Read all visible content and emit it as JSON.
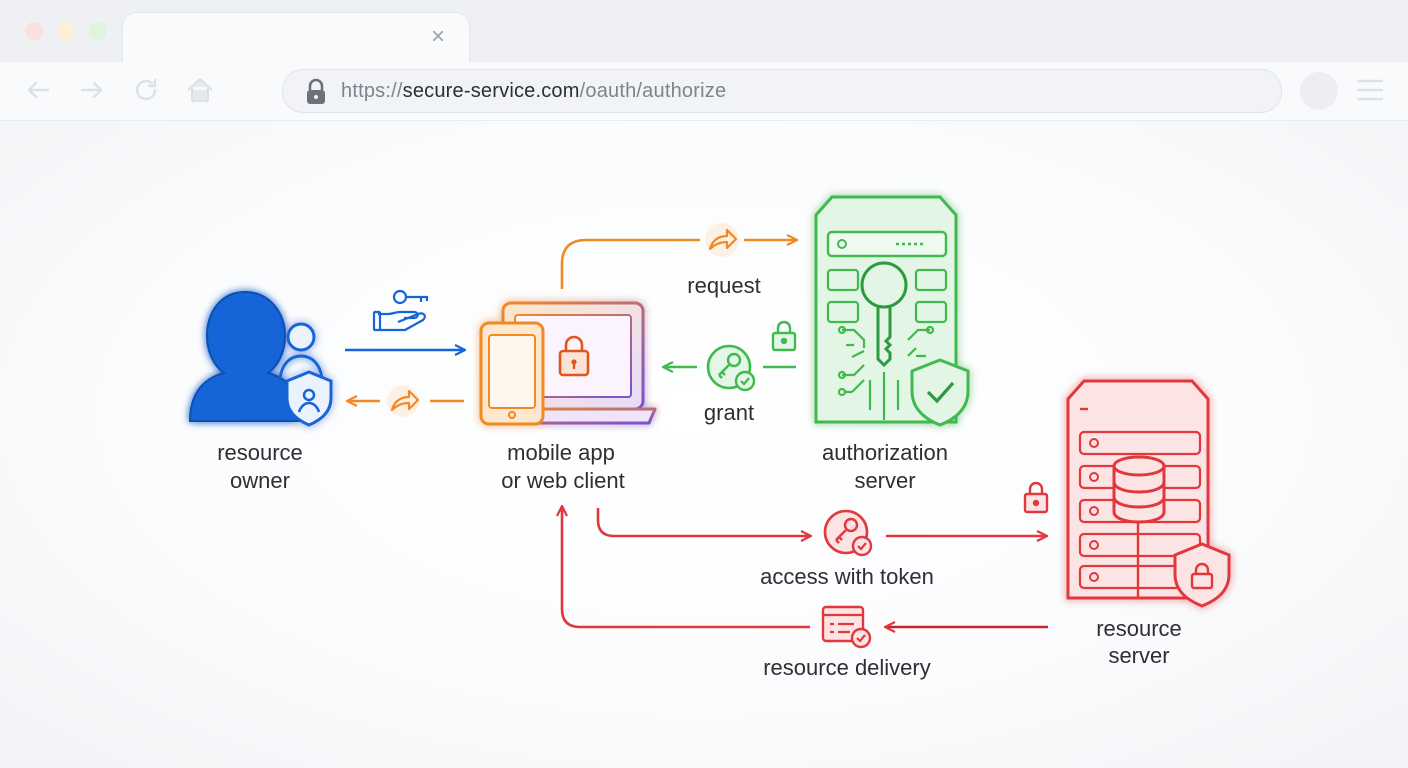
{
  "browser": {
    "url_scheme": "https://",
    "url_host": "secure-service.com",
    "url_path": "/oauth/authorize",
    "close_tab_glyph": "×"
  },
  "icons": {
    "back": "arrow-left-icon",
    "forward": "arrow-right-icon",
    "reload": "reload-icon",
    "home": "home-icon",
    "secure": "lock-icon",
    "profile": "avatar-icon",
    "menu": "hamburger-menu-icon"
  },
  "colors": {
    "owner": "#1565d8",
    "client_start": "#f08a24",
    "client_end": "#7b4fd6",
    "auth_server": "#3fb950",
    "resource_server": "#e0383e",
    "request": "#f08a24",
    "grant": "#3fb950",
    "token": "#e0383e"
  },
  "nodes": {
    "resource_owner": {
      "line1": "resource",
      "line2": "owner"
    },
    "client": {
      "line1": "mobile app",
      "line2": "or web client"
    },
    "authorization_server": {
      "line1": "authorization",
      "line2": "server"
    },
    "resource_server": {
      "line1": "resource",
      "line2": "server"
    }
  },
  "flows": {
    "request": "request",
    "grant": "grant",
    "access": "access with token",
    "delivery": "resource delivery"
  }
}
